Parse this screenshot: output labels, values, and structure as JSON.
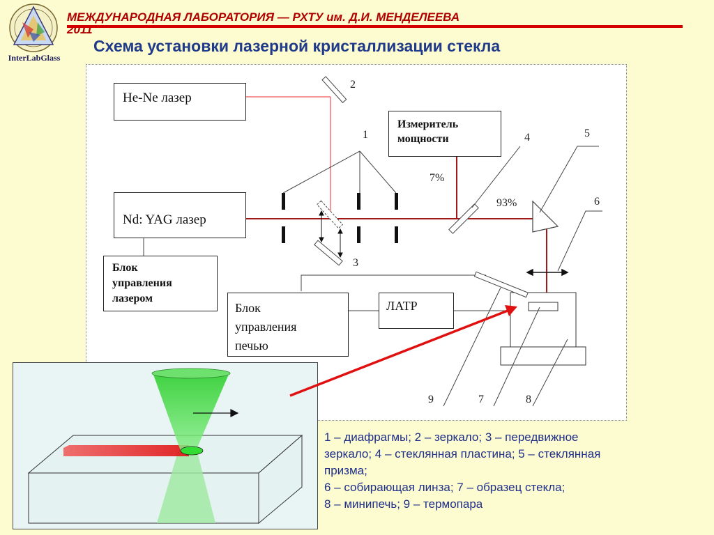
{
  "header": {
    "title": "МЕЖДУНАРОДНАЯ ЛАБОРАТОРИЯ — РХТУ им. Д.И. МЕНДЕЛЕЕВА",
    "year": "2011",
    "logo_caption": "InterLabGlass",
    "accent_color": "#d40000"
  },
  "slide": {
    "title": "Схема установки лазерной кристаллизации стекла"
  },
  "diagram": {
    "boxes": {
      "hene_laser": "He-Ne лазер",
      "power_meter_line1": "Измеритель",
      "power_meter_line2": "мощности",
      "ndyag_laser": "Nd: YAG лазер",
      "laser_control_line1": "Блок",
      "laser_control_line2": "управления",
      "laser_control_line3": "лазером",
      "furnace_control_line1": "Блок",
      "furnace_control_line2": "управления",
      "furnace_control_line3": "печью",
      "latr": "ЛАТР"
    },
    "percent_reflected": "7%",
    "percent_transmitted": "93%",
    "numbers": {
      "n1": "1",
      "n2": "2",
      "n3": "3",
      "n4": "4",
      "n5": "5",
      "n6": "6",
      "n7": "7",
      "n8": "8",
      "n9": "9"
    },
    "beam_color": "#a01818",
    "hene_beam_color": "#f07070"
  },
  "legend": {
    "line1": "1 – диафрагмы; 2 – зеркало; 3 – передвижное",
    "line2": "зеркало; 4 – стеклянная пластина; 5 – стеклянная",
    "line3": "призма;",
    "line4": "6 – собирающая линза; 7 – образец стекла;",
    "line5": "8 – минипечь; 9 – термопара"
  }
}
